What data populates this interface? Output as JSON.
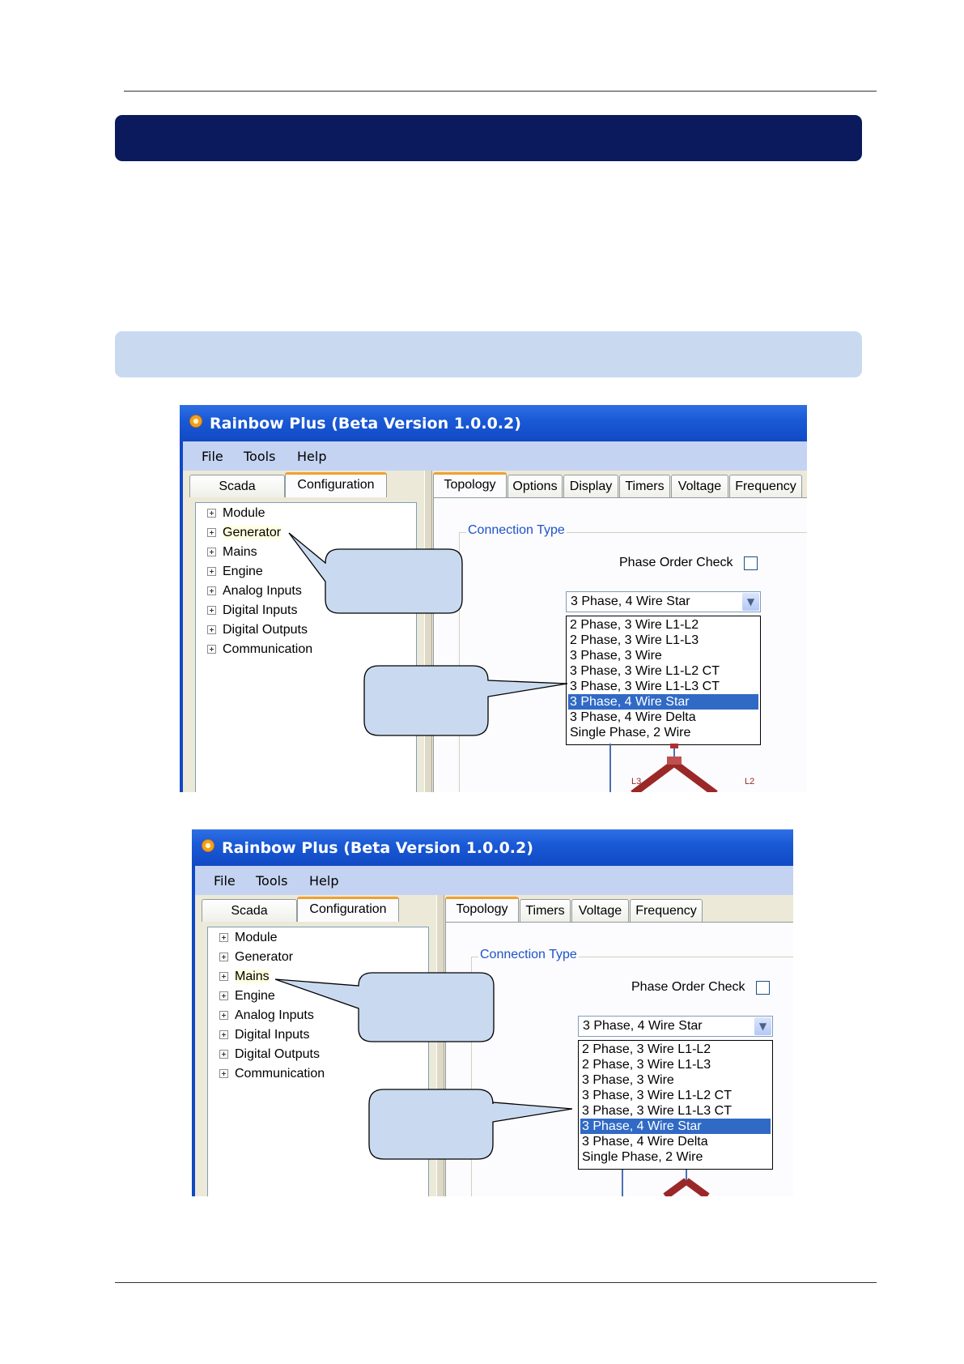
{
  "window_title": "Rainbow Plus (Beta Version 1.0.0.2)",
  "menu": [
    "File",
    "Tools",
    "Help"
  ],
  "left_tabs": [
    "Scada",
    "Configuration"
  ],
  "tree_items": [
    "Module",
    "Generator",
    "Mains",
    "Engine",
    "Analog Inputs",
    "Digital Inputs",
    "Digital Outputs",
    "Communication"
  ],
  "screen1": {
    "tabs": [
      "Topology",
      "Options",
      "Display",
      "Timers",
      "Voltage",
      "Frequency"
    ],
    "highlighted_tree_item": "Generator"
  },
  "screen2": {
    "tabs": [
      "Topology",
      "Timers",
      "Voltage",
      "Frequency"
    ],
    "highlighted_tree_item": "Mains"
  },
  "group_label": "Connection Type",
  "phase_order_label": "Phase Order Check",
  "combo_value": "3 Phase, 4 Wire Star",
  "dropdown_options": [
    "2 Phase, 3 Wire L1-L2",
    "2 Phase, 3 Wire L1-L3",
    "3 Phase, 3 Wire",
    "3 Phase, 3 Wire L1-L2 CT",
    "3 Phase, 3 Wire L1-L3 CT",
    "3 Phase, 4 Wire Star",
    "3 Phase, 4 Wire Delta",
    "Single Phase, 2 Wire"
  ],
  "selected_option_index": 5,
  "diagram_labels": [
    "L3",
    "L2"
  ],
  "icons": [
    "app-icon",
    "plus-icon",
    "chevron-down-icon",
    "checkbox-icon"
  ]
}
